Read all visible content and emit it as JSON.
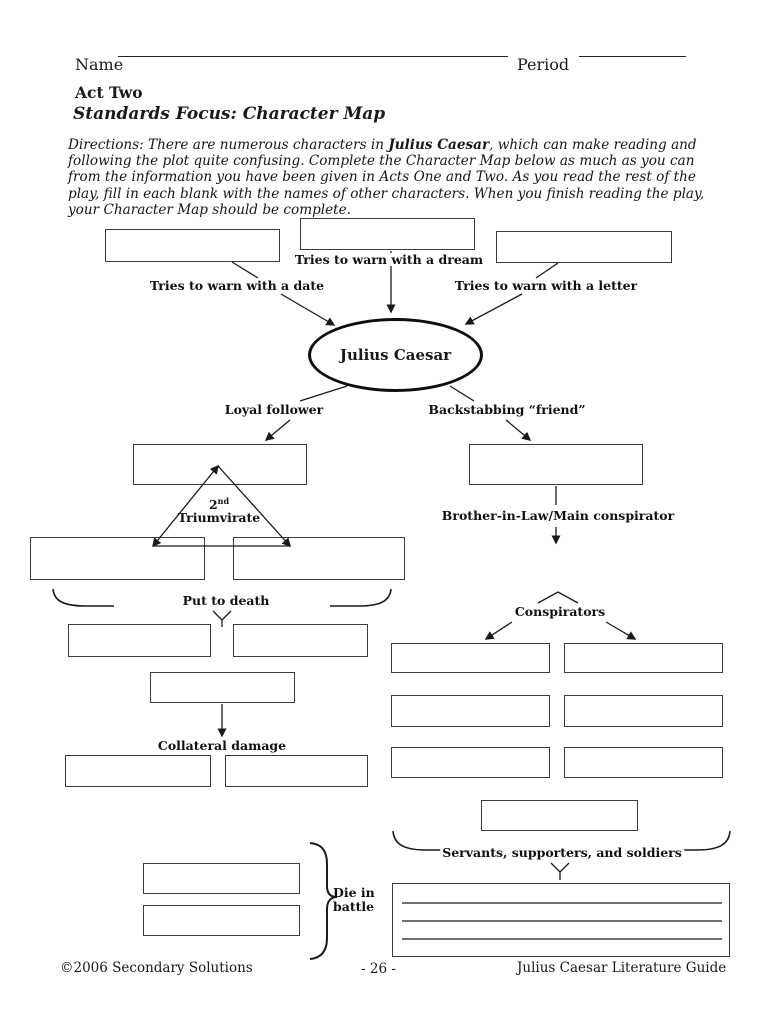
{
  "header": {
    "name_label": "Name",
    "period_label": "Period",
    "act_title": "Act Two",
    "focus_title": "Standards Focus: Character Map"
  },
  "directions": {
    "prefix": "Directions:  There are numerous characters in ",
    "bold": "Julius Caesar",
    "suffix": ", which can make reading and following the plot quite confusing.  Complete the Character Map below as much as you can from the information you have been given in Acts One and Two.  As you read the rest of the play, fill in each blank with the names of other characters.  When you finish reading the play, your Character Map should be complete."
  },
  "diagram": {
    "center_name": "Julius Caesar",
    "labels": {
      "warn_date": "Tries to warn with a date",
      "warn_dream": "Tries to warn with a dream",
      "warn_letter": "Tries to warn with a letter",
      "loyal": "Loyal follower",
      "backstab": "Backstabbing “friend”",
      "triumvirate_num": "2",
      "triumvirate_sup": "nd",
      "triumvirate_word": "Triumvirate",
      "brother": "Brother-in-Law/Main conspirator",
      "put_to_death": "Put to death",
      "conspirators": "Conspirators",
      "collateral": "Collateral damage",
      "servants": "Servants, supporters, and soldiers",
      "die_line1": "Die in",
      "die_line2": "battle"
    },
    "colors": {
      "ink": "#1a1a1a",
      "box_border": "#3c3c3c"
    }
  },
  "footer": {
    "copyright": "©2006 Secondary Solutions",
    "page_number": "- 26 -",
    "guide_title": "Julius Caesar Literature Guide"
  }
}
